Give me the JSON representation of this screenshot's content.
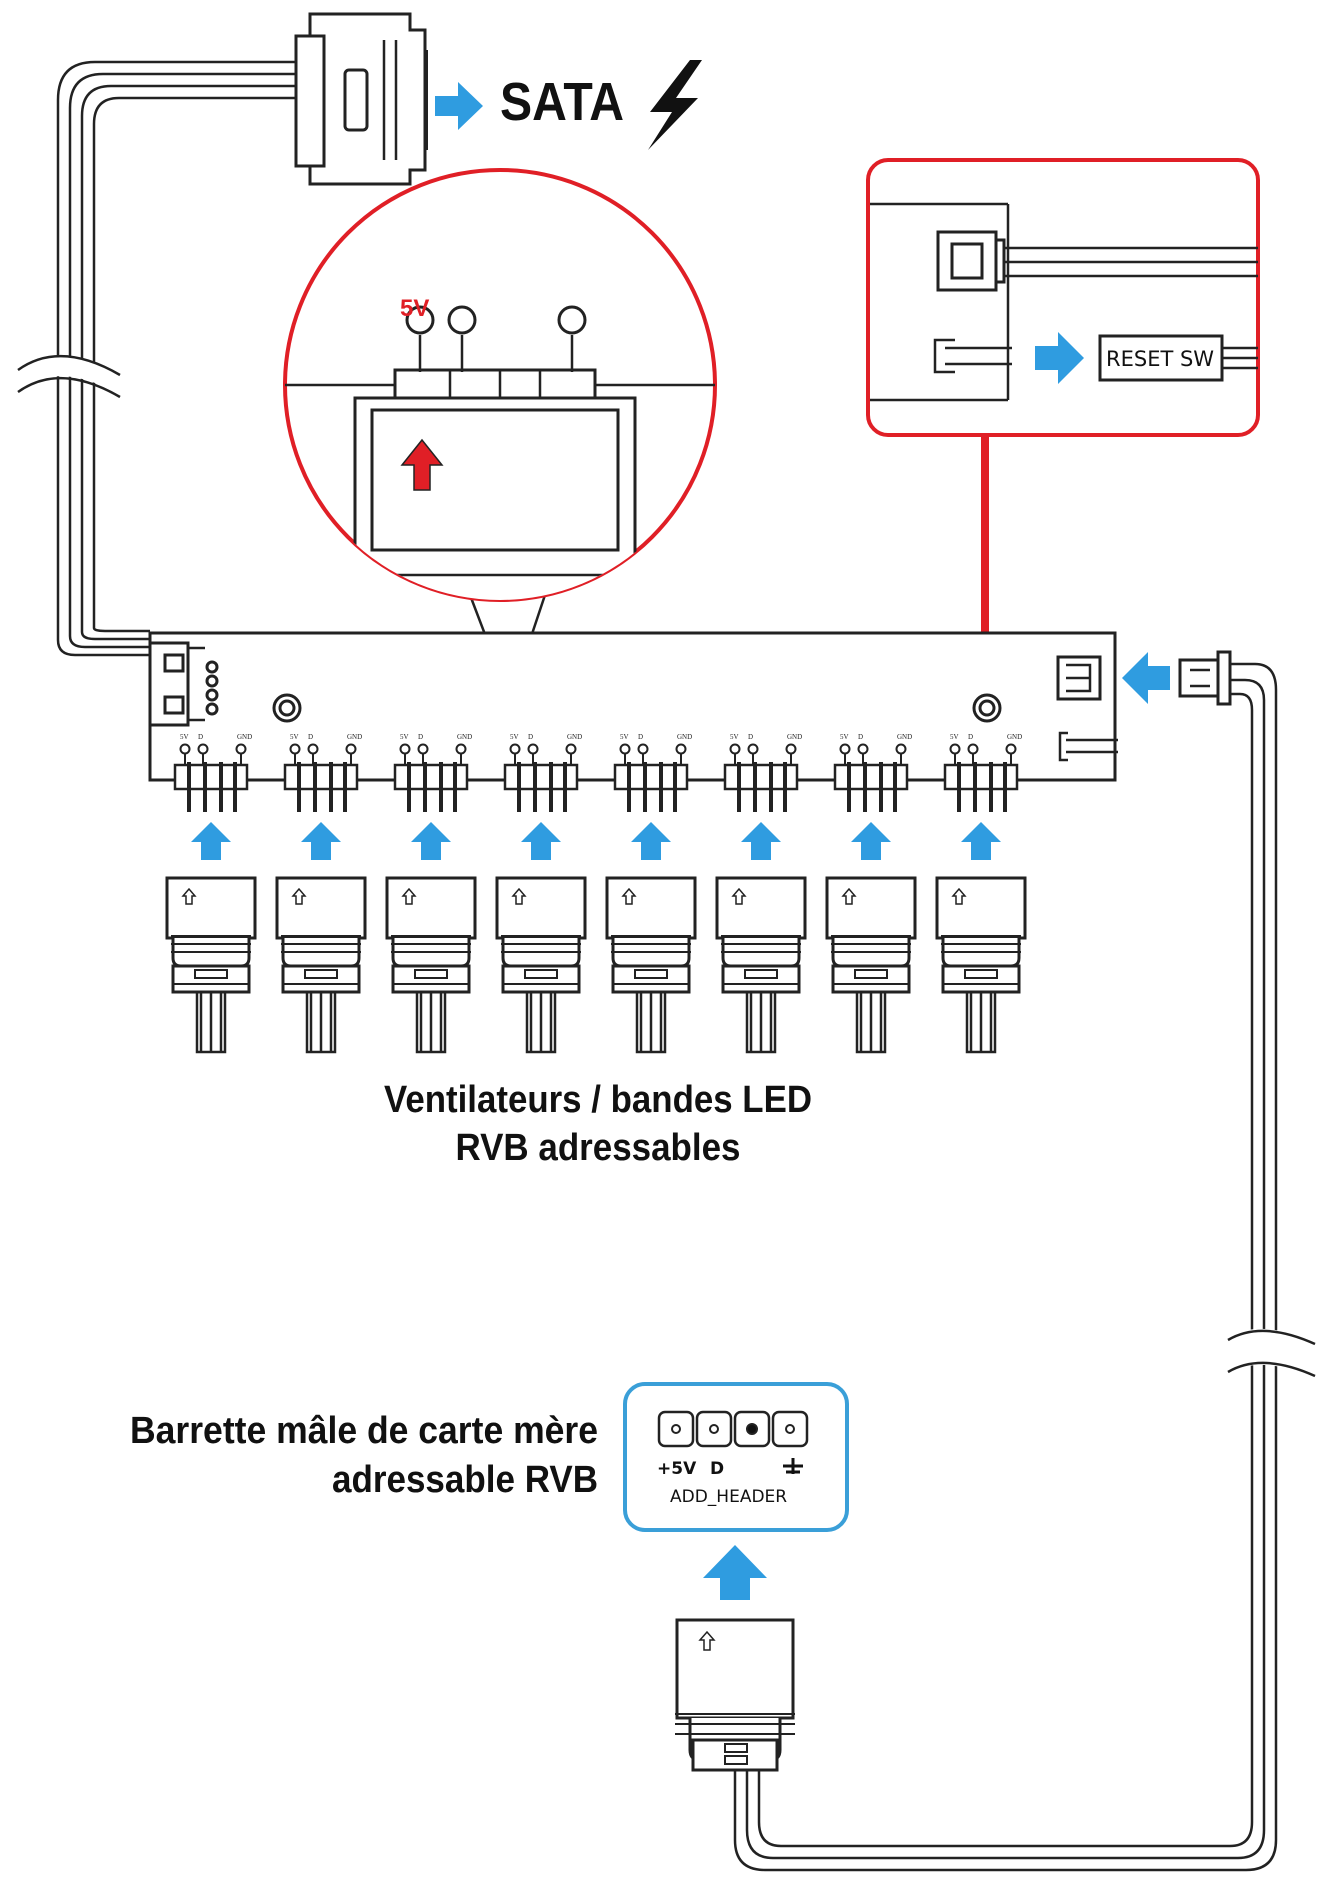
{
  "colors": {
    "arrow_blue": "#2f9ce0",
    "alert_red": "#e01f26",
    "header_blue": "#3a9fd8",
    "line": "#222222"
  },
  "labels": {
    "sata": "SATA",
    "zoom_5v": "5V",
    "reset_sw": "RESET SW",
    "fans_line1": "Ventilateurs / bandes LED",
    "fans_line2": "RVB adressables",
    "mobo_line1": "Barrette mâle de carte mère",
    "mobo_line2": "adressable RVB",
    "header_plus5v": "+5V",
    "header_d": "D",
    "header_name": "ADD_HEADER"
  },
  "pin_labels": [
    "5V",
    "D",
    "GND"
  ],
  "icons": [
    "bolt-icon",
    "arrow-right-icon",
    "arrow-up-icon",
    "ground-icon"
  ]
}
